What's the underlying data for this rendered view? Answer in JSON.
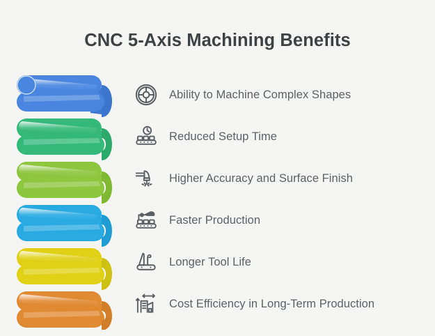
{
  "page": {
    "background_color": "#f5f5f4",
    "title": "CNC 5-Axis Machining Benefits",
    "title_color": "#3f4244",
    "text_color": "#5d6166",
    "icon_color": "#5a5f63"
  },
  "graphic": {
    "name": "colored-helix-spiral",
    "description": "3D coiled spring / helix made of six stacked colored tube bands",
    "coil_colors": [
      "#4a86e0",
      "#35b97a",
      "#8dc63f",
      "#29abe2",
      "#e0d117",
      "#e08a33"
    ],
    "coil_labels": [
      "blue",
      "green",
      "olive-green",
      "cyan",
      "yellow",
      "orange"
    ]
  },
  "benefits": [
    {
      "label": "Ability to Machine Complex Shapes",
      "icon": "machine-wheel-icon"
    },
    {
      "label": "Reduced Setup Time",
      "icon": "conveyor-clock-icon"
    },
    {
      "label": "Higher Accuracy and Surface Finish",
      "icon": "precision-cutter-icon"
    },
    {
      "label": "Faster Production",
      "icon": "conveyor-robot-arm-icon"
    },
    {
      "label": "Longer Tool Life",
      "icon": "multi-tool-knife-icon"
    },
    {
      "label": "Cost Efficiency in Long-Term Production",
      "icon": "factory-dimensions-icon"
    }
  ]
}
